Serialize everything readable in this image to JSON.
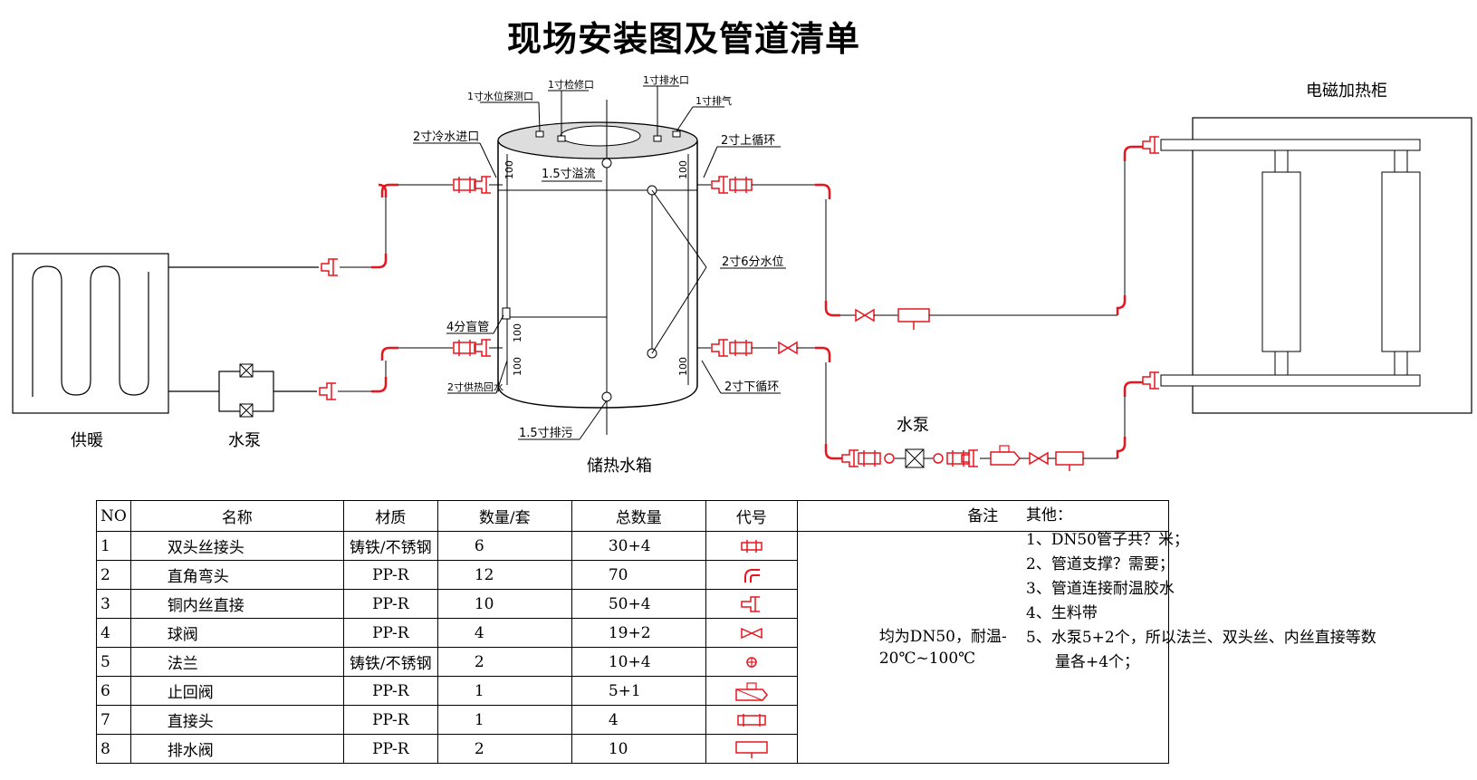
{
  "title": "现场安装图及管道清单",
  "labels": {
    "radiator": "供暖",
    "pump_left": "水泵",
    "tank": "储热水箱",
    "cabinet": "电磁加热柜",
    "pump_right": "水泵",
    "top_1": "1寸水位探测口",
    "top_2": "1寸检修口",
    "top_3": "1寸排水口",
    "top_4": "1寸排气",
    "cold_inlet": "2寸冷水进口",
    "upper_cycle": "2寸上循环",
    "overflow": "1.5寸溢流",
    "level_gauge": "2寸6分水位",
    "sensor_pipe": "4分盲管",
    "heating_return": "2寸供热回水",
    "lower_cycle": "2寸下循环",
    "drain": "1.5寸排污",
    "dim_100": "100"
  },
  "table": {
    "headers": [
      "NO",
      "名称",
      "材质",
      "数量/套",
      "总数量",
      "代号",
      "备注"
    ],
    "rows": [
      {
        "no": "1",
        "name": "双头丝接头",
        "material": "铸铁/不锈钢",
        "qty": "6",
        "total": "30+4",
        "code": "double-thread-joint-icon"
      },
      {
        "no": "2",
        "name": "直角弯头",
        "material": "PP-R",
        "qty": "12",
        "total": "70",
        "code": "elbow-icon"
      },
      {
        "no": "3",
        "name": "铜内丝直接",
        "material": "PP-R",
        "qty": "10",
        "total": "50+4",
        "code": "copper-female-coupling-icon"
      },
      {
        "no": "4",
        "name": "球阀",
        "material": "PP-R",
        "qty": "4",
        "total": "19+2",
        "code": "ball-valve-icon"
      },
      {
        "no": "5",
        "name": "法兰",
        "material": "铸铁/不锈钢",
        "qty": "2",
        "total": "10+4",
        "code": "flange-icon"
      },
      {
        "no": "6",
        "name": "止回阀",
        "material": "PP-R",
        "qty": "1",
        "total": "5+1",
        "code": "check-valve-icon"
      },
      {
        "no": "7",
        "name": "直接头",
        "material": "PP-R",
        "qty": "1",
        "total": "4",
        "code": "straight-coupling-icon"
      },
      {
        "no": "8",
        "name": "排水阀",
        "material": "PP-R",
        "qty": "2",
        "total": "10",
        "code": "drain-valve-icon"
      }
    ],
    "note_line1": "均为DN50，耐温-",
    "note_line2": "20℃~100℃"
  },
  "other": {
    "heading": "其他：",
    "items": [
      "1、DN50管子共？米；",
      "2、管道支撑？需要；",
      "3、管道连接耐温胶水",
      "4、生料带",
      "5、水泵5+2个，所以法兰、双头丝、内丝直接等数",
      "    量各+4个；"
    ]
  },
  "colors": {
    "fitting": "#e8141e",
    "line": "#000000"
  }
}
